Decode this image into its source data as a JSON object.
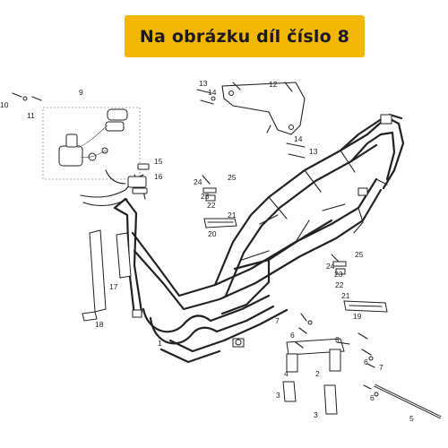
{
  "banner": {
    "text": "Na obrázku díl číslo 8",
    "color": "#f2b705"
  },
  "callouts": [
    {
      "id": "c9",
      "label": "9"
    },
    {
      "id": "c10",
      "label": "10"
    },
    {
      "id": "c11",
      "label": "11"
    },
    {
      "id": "c13a",
      "label": "13"
    },
    {
      "id": "c14a",
      "label": "14"
    },
    {
      "id": "c12",
      "label": "12"
    },
    {
      "id": "c14b",
      "label": "14"
    },
    {
      "id": "c13b",
      "label": "13"
    },
    {
      "id": "c15",
      "label": "15"
    },
    {
      "id": "c16",
      "label": "16"
    },
    {
      "id": "c24a",
      "label": "24"
    },
    {
      "id": "c25a",
      "label": "25"
    },
    {
      "id": "c23a",
      "label": "23"
    },
    {
      "id": "c22a",
      "label": "22"
    },
    {
      "id": "c21a",
      "label": "21"
    },
    {
      "id": "c20",
      "label": "20"
    },
    {
      "id": "c17",
      "label": "17"
    },
    {
      "id": "c18",
      "label": "18"
    },
    {
      "id": "c1",
      "label": "1"
    },
    {
      "id": "c24b",
      "label": "24"
    },
    {
      "id": "c25b",
      "label": "25"
    },
    {
      "id": "c23b",
      "label": "23"
    },
    {
      "id": "c22b",
      "label": "22"
    },
    {
      "id": "c21b",
      "label": "21"
    },
    {
      "id": "c19",
      "label": "19"
    },
    {
      "id": "c7a",
      "label": "7"
    },
    {
      "id": "c6a",
      "label": "6"
    },
    {
      "id": "c8",
      "label": "8"
    },
    {
      "id": "c6b",
      "label": "6"
    },
    {
      "id": "c7b",
      "label": "7"
    },
    {
      "id": "c4",
      "label": "4"
    },
    {
      "id": "c2",
      "label": "2"
    },
    {
      "id": "c3a",
      "label": "3"
    },
    {
      "id": "c3b",
      "label": "3"
    },
    {
      "id": "c6c",
      "label": "6"
    },
    {
      "id": "c5",
      "label": "5"
    }
  ]
}
